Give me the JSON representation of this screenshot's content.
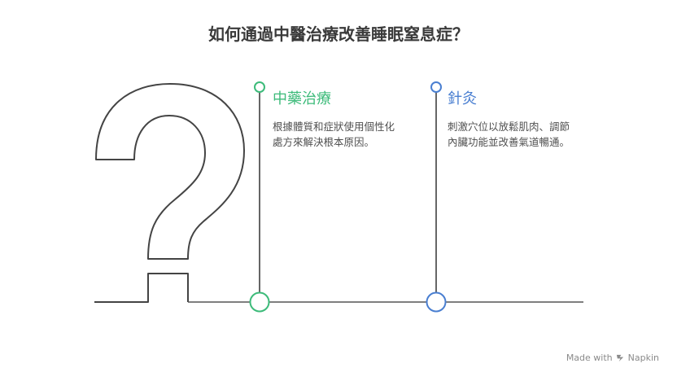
{
  "title": "如何通過中醫治療改善睡眠窒息症？",
  "options": [
    {
      "title": "中藥治療",
      "description": "根據體質和症狀使用個性化處方來解決根本原因。",
      "color": "#3dbb7a"
    },
    {
      "title": "針灸",
      "description": "刺激穴位以放鬆肌肉、調節內臟功能並改善氣道暢通。",
      "color": "#4a7fd1"
    }
  ],
  "branding": {
    "made_with": "Made with",
    "name": "Napkin"
  },
  "icons": [
    "question-mark-icon",
    "napkin-logo-icon"
  ]
}
